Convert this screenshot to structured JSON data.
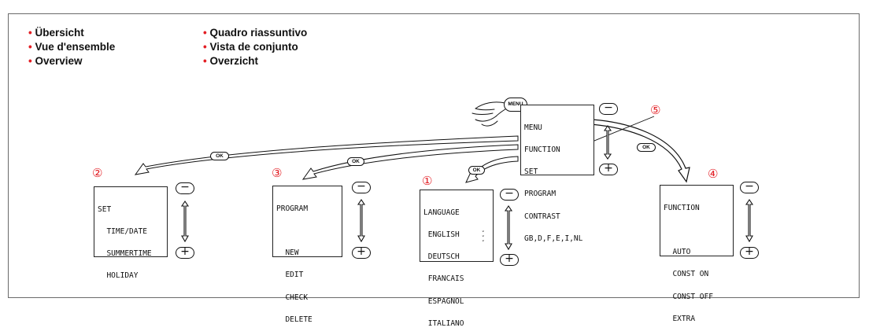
{
  "legend": {
    "left": [
      "Übersicht",
      "Vue d'ensemble",
      "Overview"
    ],
    "right": [
      "Quadro riassuntivo",
      "Vista de conjunto",
      "Overzicht"
    ],
    "bullet": "•",
    "bullet_color": "#e31e24"
  },
  "button_labels": {
    "minus": "−",
    "plus": "+",
    "ok": "OK",
    "menu": "MENU"
  },
  "markers": {
    "one": "①",
    "two": "②",
    "three": "③",
    "four": "④",
    "five": "⑤"
  },
  "screens": {
    "menu": [
      "MENU",
      "FUNCTION",
      "SET",
      "PROGRAM",
      "CONTRAST",
      "GB,D,F,E,I,NL"
    ],
    "set": [
      "SET",
      "  TIME/DATE",
      "  SUMMERTIME",
      "  HOLIDAY"
    ],
    "program": [
      "PROGRAM",
      "",
      "  NEW",
      "  EDIT",
      "  CHECK",
      "  DELETE"
    ],
    "language": [
      "LANGUAGE",
      " ENGLISH",
      " DEUTSCH",
      " FRANCAIS",
      " ESPAGNOL",
      " ITALIANO"
    ],
    "function": [
      "FUNCTION",
      "",
      "  AUTO",
      "  CONST ON",
      "  CONST OFF",
      "  EXTRA"
    ]
  },
  "scroll_indicator": "˅˅˅",
  "colors": {
    "accent_red": "#e31e24",
    "arrow_fill": "#ffffff",
    "stroke": "#111111"
  }
}
